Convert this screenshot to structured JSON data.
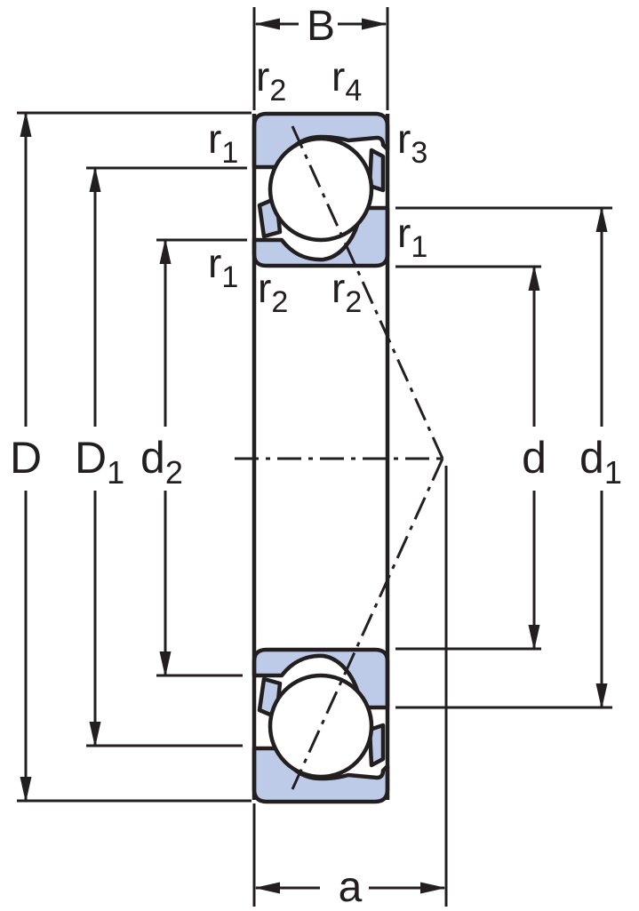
{
  "colors": {
    "line": "#231f20",
    "ring_fill": "#bdcbe9",
    "ball_fill": "#ffffff",
    "background": "#ffffff"
  },
  "labels": {
    "B": {
      "main": "B",
      "sub": ""
    },
    "a": {
      "main": "a",
      "sub": ""
    },
    "D": {
      "main": "D",
      "sub": ""
    },
    "D1": {
      "main": "D",
      "sub": "1"
    },
    "d2": {
      "main": "d",
      "sub": "2"
    },
    "d": {
      "main": "d",
      "sub": ""
    },
    "d1": {
      "main": "d",
      "sub": "1"
    },
    "r1": {
      "main": "r",
      "sub": "1"
    },
    "r2": {
      "main": "r",
      "sub": "2"
    },
    "r3": {
      "main": "r",
      "sub": "3"
    },
    "r4": {
      "main": "r",
      "sub": "4"
    }
  }
}
